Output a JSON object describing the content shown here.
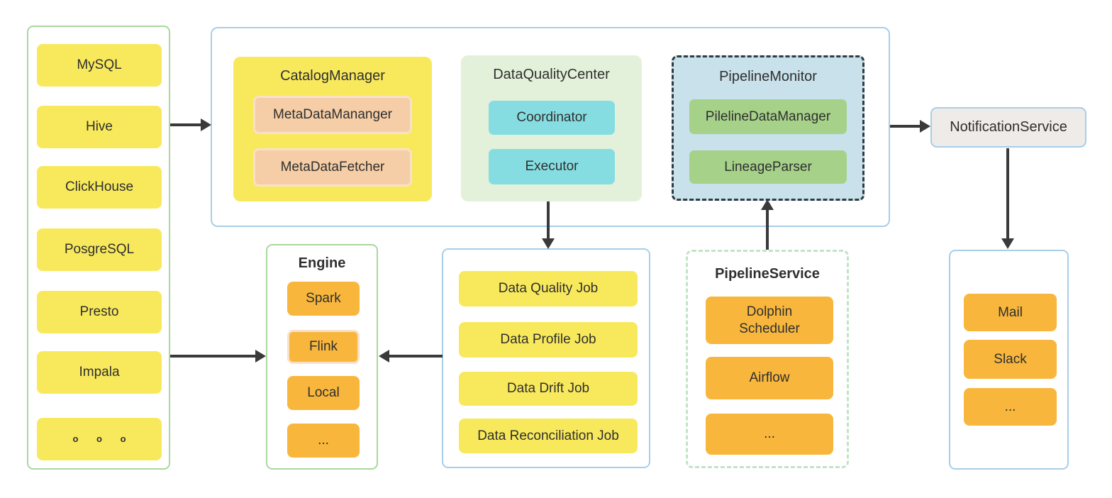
{
  "colors": {
    "c-yellow": "#F8E95C",
    "c-orange": "#F8B73C",
    "c-peach": "#F5CDA6",
    "c-peach-border": "#F8E1C8",
    "c-cyan": "#86DDE1",
    "c-green-box": "#A6D189",
    "c-green-fill": "#E3F1DA",
    "c-blue-fill": "#C8E1EB",
    "c-gray-fill": "#EEEBE9",
    "c-border-blue": "#A8CEE8",
    "c-border-green": "#A9D79F",
    "c-dash-green": "#C2E4C5",
    "c-dash-dark": "#2E3B40",
    "c-arrow": "#3A3A3A",
    "c-text": "#2F2F2F"
  },
  "datasources": {
    "items": [
      "MySQL",
      "Hive",
      "ClickHouse",
      "PosgreSQL",
      "Presto",
      "Impala",
      "o o o"
    ]
  },
  "platform": {
    "catalog_manager": {
      "title": "CatalogManager",
      "items": [
        "MetaDataMananger",
        "MetaDataFetcher"
      ]
    },
    "data_quality_center": {
      "title": "DataQualityCenter",
      "items": [
        "Coordinator",
        "Executor"
      ]
    },
    "pipeline_monitor": {
      "title": "PipelineMonitor",
      "items": [
        "PilelineDataManager",
        "LineageParser"
      ]
    }
  },
  "notification_service": {
    "label": "NotificationService"
  },
  "engine": {
    "title": "Engine",
    "items": [
      "Spark",
      "Flink",
      "Local",
      "..."
    ]
  },
  "job_center": {
    "items": [
      "Data Quality Job",
      "Data Profile Job",
      "Data Drift Job",
      "Data Reconciliation Job"
    ]
  },
  "pipeline_service": {
    "title": "PipelineService",
    "items": [
      "Dolphin\nScheduler",
      "Airflow",
      "..."
    ]
  },
  "notification_channels": {
    "items": [
      "Mail",
      "Slack",
      "..."
    ]
  }
}
